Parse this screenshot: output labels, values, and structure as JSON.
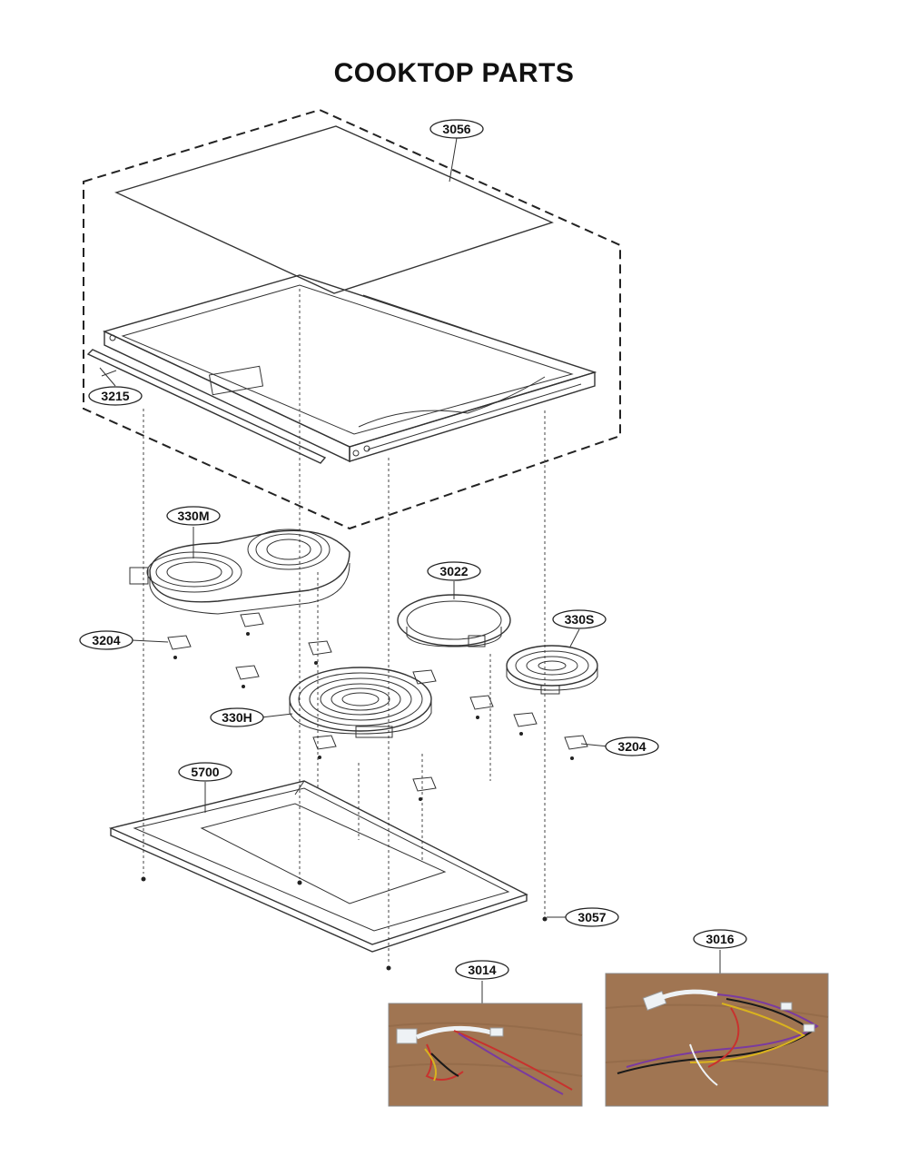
{
  "title": "COOKTOP PARTS",
  "callouts": {
    "c3056": "3056",
    "c3215": "3215",
    "c330M": "330M",
    "c3022": "3022",
    "c330S": "330S",
    "c3204a": "3204",
    "c3204b": "3204",
    "c330H": "330H",
    "c5700": "5700",
    "c3057": "3057",
    "c3014": "3014",
    "c3016": "3016"
  },
  "colors": {
    "wood": "#a07552",
    "wire_red": "#c8322e",
    "wire_purple": "#7a3aa0",
    "wire_yellow": "#d9b21e",
    "wire_black": "#1a1a1a",
    "connector_white": "#eef2f5"
  }
}
